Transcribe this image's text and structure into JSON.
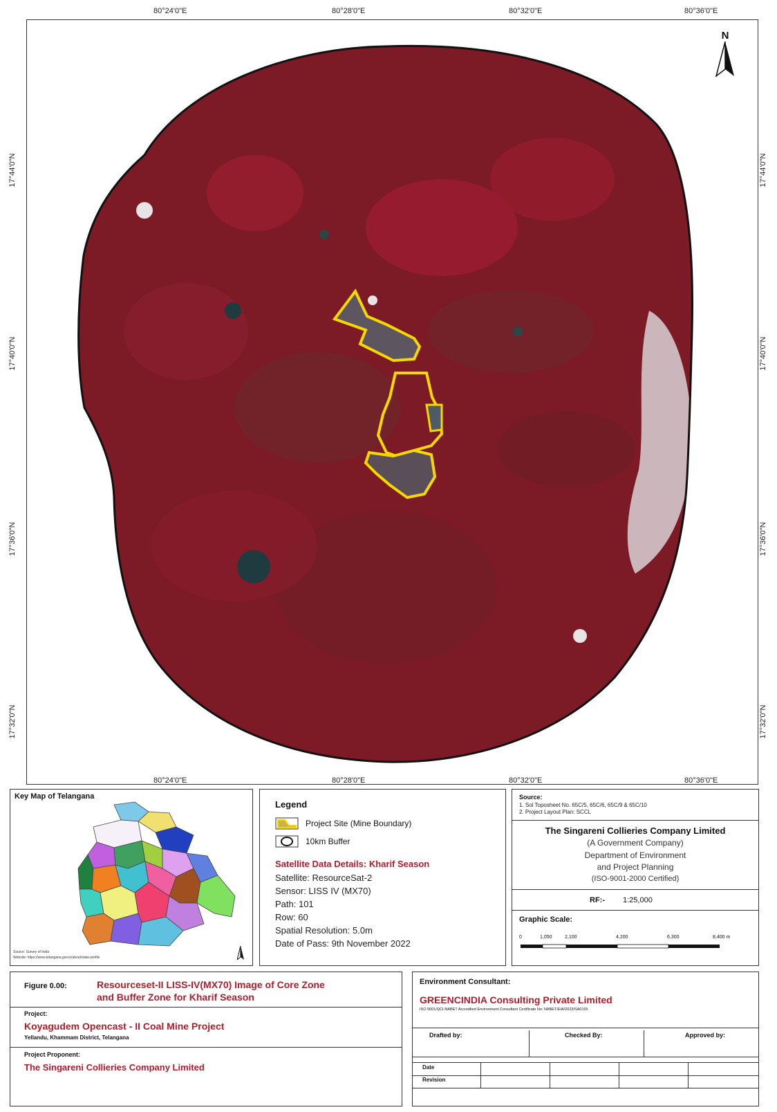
{
  "map": {
    "north_label": "N",
    "top_ticks": [
      "80°24'0\"E",
      "80°28'0\"E",
      "80°32'0\"E",
      "80°36'0\"E"
    ],
    "bottom_ticks": [
      "80°24'0\"E",
      "80°28'0\"E",
      "80°32'0\"E",
      "80°36'0\"E"
    ],
    "left_ticks": [
      "17°44'0\"N",
      "17°40'0\"N",
      "17°36'0\"N",
      "17°32'0\"N"
    ],
    "right_ticks": [
      "17°44'0\"N",
      "17°40'0\"N",
      "17°36'0\"N",
      "17°32'0\"N"
    ],
    "colors": {
      "imagery": "#8a1d2a",
      "boundary": "#f5d800",
      "buffer_outline": "#111111"
    }
  },
  "key_map": {
    "title": "Key Map of Telangana",
    "footnote_1": "Source: Survey of India",
    "footnote_2": "Website: https://www.telangana.gov.in/about/state-profile"
  },
  "legend": {
    "title": "Legend",
    "item_project": "Project Site (Mine Boundary)",
    "item_buffer": "10km Buffer",
    "sat_title": "Satellite Data Details: Kharif Season",
    "satellite": "Satellite: ResourceSat-2",
    "sensor": "Sensor: LISS IV (MX70)",
    "path": "Path: 101",
    "row": "Row: 60",
    "resolution": "Spatial Resolution: 5.0m",
    "date": "Date of Pass: 9th November 2022"
  },
  "source": {
    "title": "Source:",
    "line1": "1. Sol Toposheet No. 65C/5, 65C/6, 65C/9 & 65C/10",
    "line2": "2. Project Layout Plan: SCCL"
  },
  "company": {
    "name": "The Singareni Collieries Company Limited",
    "line2": "(A Government Company)",
    "line3": "Department of Environment",
    "line4": "and Project Planning",
    "line5": "(ISO-9001-2000 Certified)"
  },
  "rf": {
    "label": "RF:-",
    "value": "1:25,000"
  },
  "graphic_scale": {
    "title": "Graphic Scale:",
    "ticks": [
      "0",
      "1,050",
      "2,100",
      "4,200",
      "6,300",
      "8,400 m"
    ]
  },
  "figure": {
    "label": "Figure 0.00:",
    "title_line1": "Resourceset-II LISS-IV(MX70) Image of Core Zone",
    "title_line2": "and Buffer Zone for Kharif Season"
  },
  "project": {
    "label": "Project:",
    "name": "Koyagudem Opencast - II Coal Mine Project",
    "location": "Yellandu, Khammam District, Telangana"
  },
  "proponent": {
    "label": "Project Proponent:",
    "name": "The Singareni Collieries Company Limited"
  },
  "consultant": {
    "label": "Environment Consultant:",
    "name": "GREENCINDIA Consulting Private Limited",
    "accreditation": "ISO 9001/QCI-NABET Accredited Environment Consultant Certificate No: NABET/EIA/2023/SA0165"
  },
  "signoff": {
    "drafted": "Drafted by:",
    "checked": "Checked By:",
    "approved": "Approved by:",
    "date": "Date",
    "revision": "Revision"
  }
}
